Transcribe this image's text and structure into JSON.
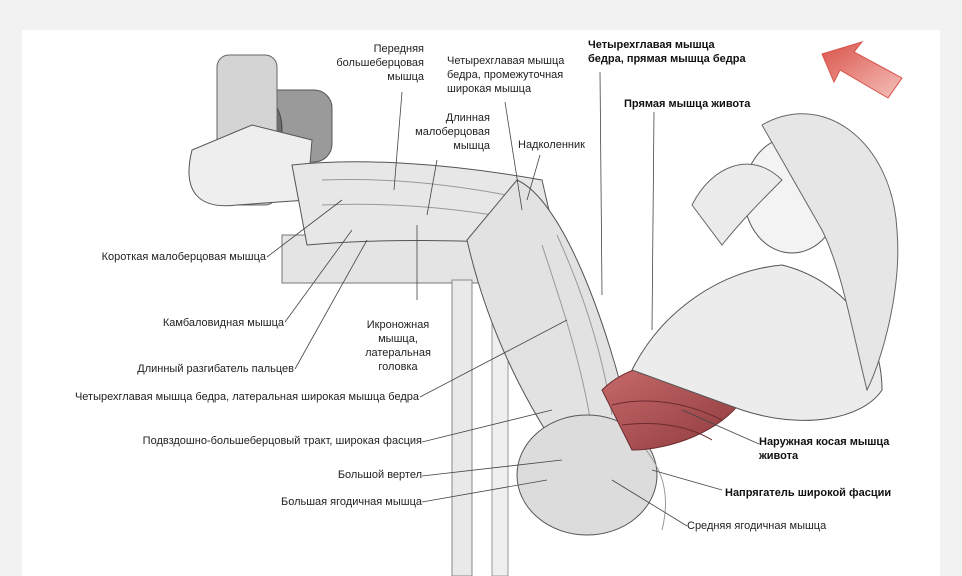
{
  "labels": {
    "tibialis_anterior": "Передняя\nбольшеберцовая\nмышца",
    "vastus_intermedius": "Четырехглавая мышца\nбедра, промежуточная\nширокая мышца",
    "rectus_femoris": "Четырехглавая мышца\nбедра, прямая мышца бедра",
    "rectus_abdominis": "Прямая мышца живота",
    "peroneus_longus": "Длинная\nмалоберцовая\nмышца",
    "patella": "Надколенник",
    "peroneus_brevis": "Короткая малоберцовая мышца",
    "soleus": "Камбаловидная мышца",
    "gastrocnemius": "Икроножная\nмышца,\nлатеральная\nголовка",
    "extensor_digitorum": "Длинный разгибатель пальцев",
    "vastus_lateralis": "Четырехглавая мышца бедра, латеральная широкая мышца бедра",
    "it_band": "Подвздошно-большеберцовый тракт, широкая фасция",
    "external_oblique": "Наружная косая мышца\nживота",
    "greater_trochanter": "Большой вертел",
    "tensor_fasciae_latae": "Напрягатель широкой фасции",
    "gluteus_maximus": "Большая ягодичная мышца",
    "gluteus_medius": "Средняя ягодичная мышца"
  },
  "colors": {
    "arrow": "#d9534a",
    "muscle": "#b8585a",
    "line": "#444444"
  }
}
